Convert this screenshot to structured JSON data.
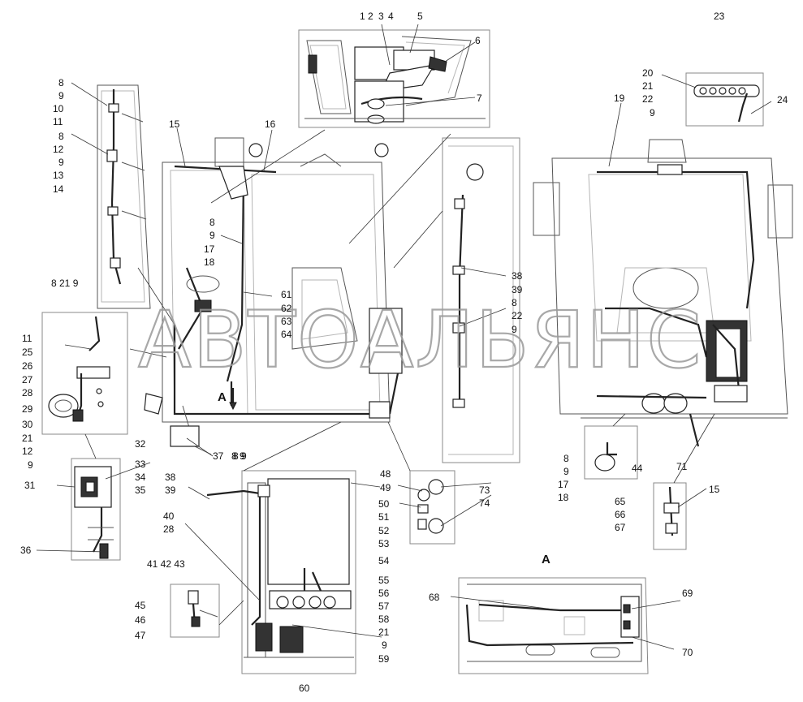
{
  "watermark": "АВТОАЛЬЯНС",
  "view_label": "A",
  "callouts": {
    "top_inset": [
      "1",
      "2",
      "3",
      "4",
      "5",
      "6",
      "7"
    ],
    "left_frame_upper": [
      "8",
      "9",
      "10",
      "11"
    ],
    "left_frame_lower": [
      "8",
      "12",
      "9",
      "13",
      "14"
    ],
    "left_frame_bottom": "8 21 9",
    "cab_top": [
      "15",
      "16"
    ],
    "cab_pillar": [
      "8",
      "9",
      "17",
      "18"
    ],
    "cab_center": [
      "61",
      "62",
      "63",
      "64"
    ],
    "cab_bottom": "37",
    "cab_bottom_pair": "8 9",
    "cab_arrow": "A",
    "left_detail": [
      "11",
      "25",
      "26",
      "27",
      "28",
      "29",
      "30",
      "21",
      "12",
      "9"
    ],
    "clamp_detail": [
      "32",
      "33",
      "34",
      "35",
      "31",
      "36"
    ],
    "right_strip": [
      "38",
      "39",
      "8",
      "22",
      "9"
    ],
    "rear_top": [
      "19",
      "23",
      "20",
      "21",
      "22",
      "9",
      "24"
    ],
    "rear_bottom": [
      "8",
      "9",
      "17",
      "18",
      "44",
      "71"
    ],
    "rear_detail": [
      "15",
      "65",
      "66",
      "67"
    ],
    "socket_panel_left": [
      "48",
      "49"
    ],
    "socket_panel_right": [
      "73",
      "74"
    ],
    "battery_left": [
      "38",
      "39",
      "40",
      "28",
      "41 42 43",
      "45",
      "46",
      "47"
    ],
    "battery_top": "8 9",
    "battery_right": [
      "50",
      "51",
      "52",
      "53",
      "54",
      "55",
      "56",
      "57",
      "58",
      "21",
      "9",
      "59"
    ],
    "battery_bottom": "60",
    "view_a": [
      "68",
      "69",
      "70"
    ]
  }
}
